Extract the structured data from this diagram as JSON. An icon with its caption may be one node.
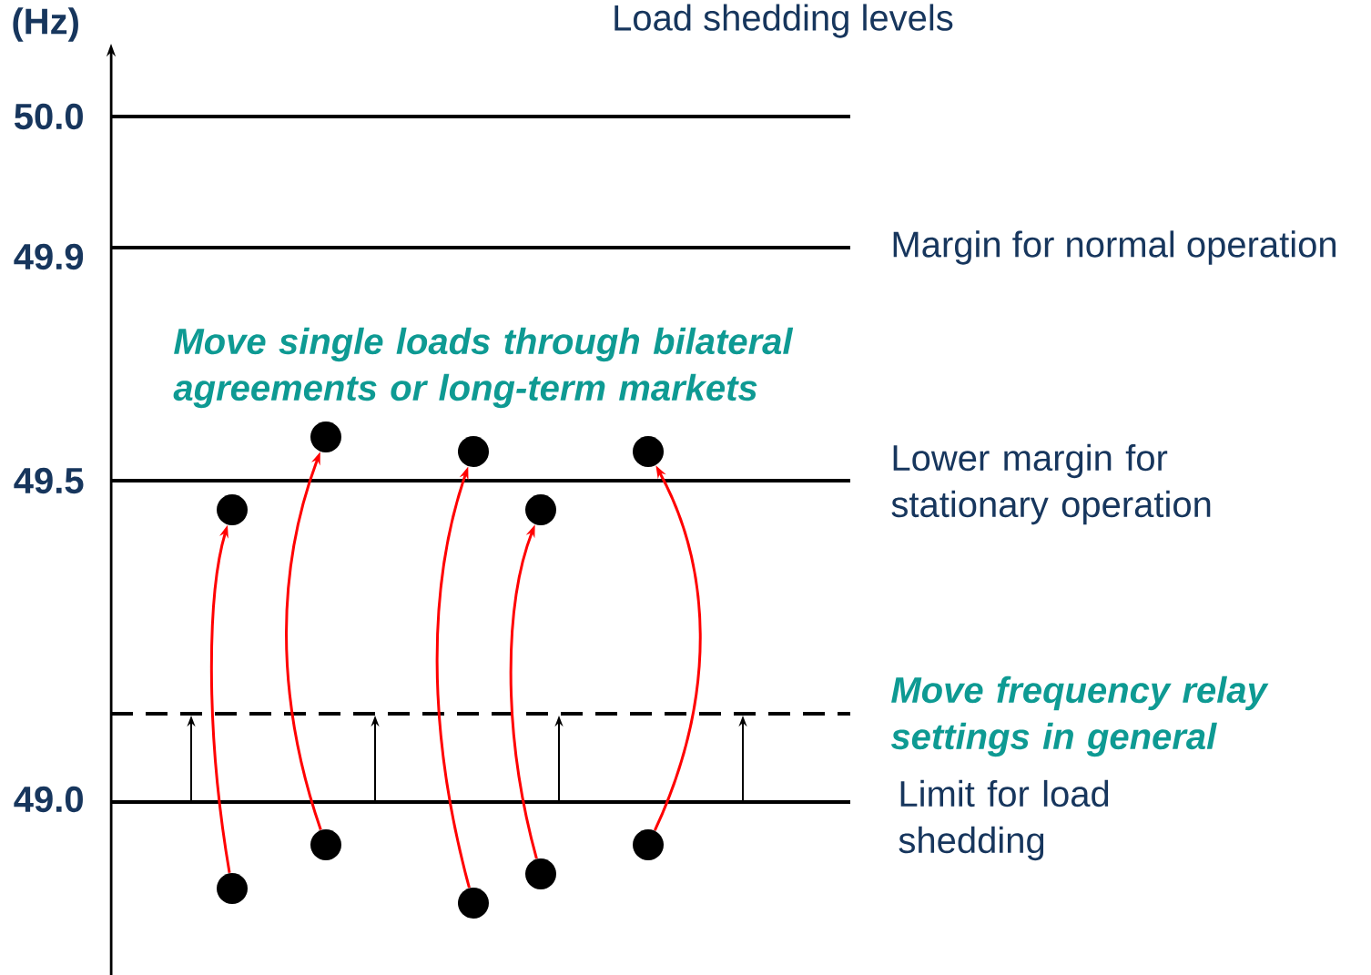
{
  "diagram": {
    "title": "Load shedding levels",
    "nodes": [
      {
        "text": [],
        "shape": "circle"
      },
      {
        "text": [],
        "shape": "circle"
      },
      {
        "text": [],
        "shape": "circle"
      },
      {
        "text": [],
        "shape": "circle"
      },
      {
        "text": [],
        "shape": "circle"
      },
      {
        "text": [],
        "shape": "circle"
      },
      {
        "text": [],
        "shape": "circle"
      },
      {
        "text": [],
        "shape": "circle"
      },
      {
        "text": [],
        "shape": "circle"
      },
      {
        "text": [],
        "shape": "circle"
      }
    ],
    "edges": [
      {
        "from": 5,
        "to": 0,
        "arrow": "to"
      },
      {
        "from": 6,
        "to": 1,
        "arrow": "to"
      },
      {
        "from": 7,
        "to": 2,
        "arrow": "to"
      },
      {
        "from": 8,
        "to": 3,
        "arrow": "to"
      },
      {
        "from": 9,
        "to": 4,
        "arrow": "to"
      }
    ],
    "labels": [
      "(Hz)",
      "50.0",
      "49.9",
      "Margin for normal operation",
      "Move single loads through bilateral agreements or long-term markets",
      "49.5",
      "Lower margin for stationary operation",
      "Move frequency relay settings in general",
      "49.0",
      "Limit for load shedding"
    ]
  }
}
